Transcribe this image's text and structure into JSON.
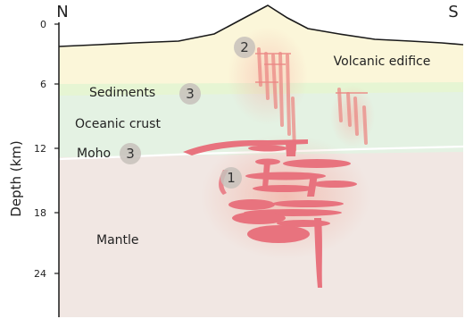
{
  "directions": {
    "north": "N",
    "south": "S"
  },
  "y_axis": {
    "label": "Depth (km)",
    "ticks": [
      "0",
      "6",
      "12",
      "18",
      "24"
    ]
  },
  "layers": {
    "volcanic_edifice": "Volcanic edifice",
    "sediments": "Sediments",
    "oceanic_crust": "Oceanic crust",
    "moho": "Moho",
    "mantle": "Mantle"
  },
  "markers": {
    "m1": "1",
    "m2": "2",
    "m3a": "3",
    "m3b": "3"
  },
  "colors": {
    "edifice": "#fbf6d9",
    "sediments": "#e6f5d3",
    "crust": "#e4f2e3",
    "mantle": "#f1e7e3",
    "magma": "#e8737e",
    "marker_circle": "#c7c1bb"
  }
}
